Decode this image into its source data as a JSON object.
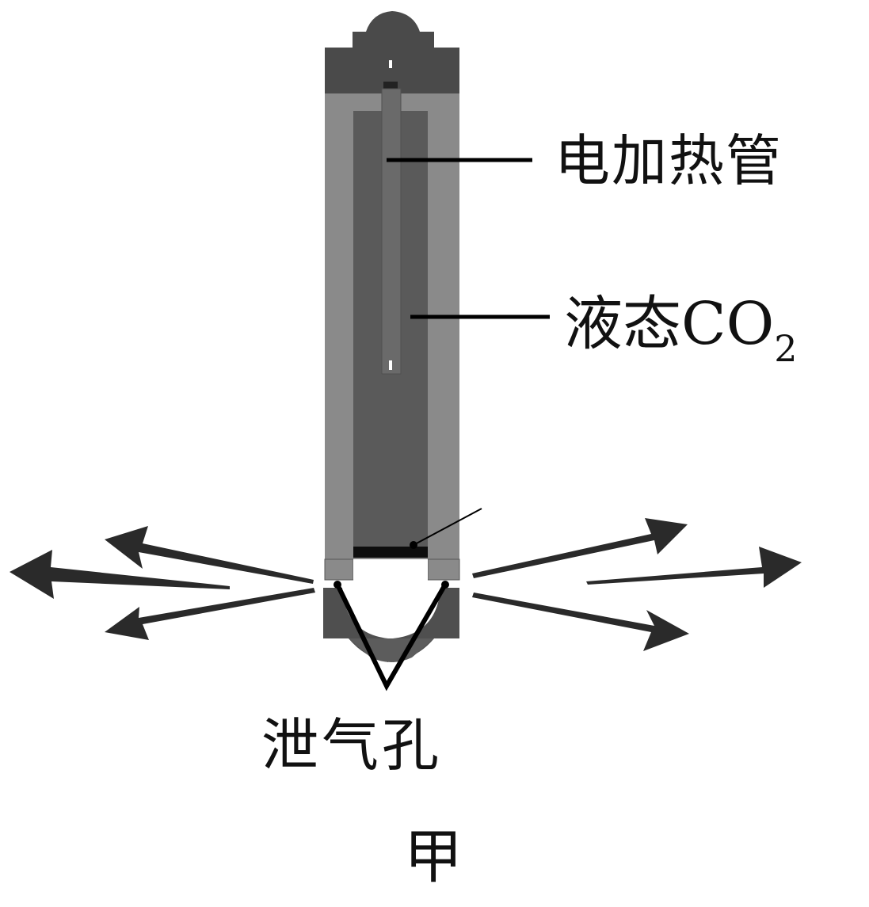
{
  "labels": {
    "heater": "电加热管",
    "co2_main": "液态CO",
    "co2_sub": "2",
    "vent": "泄气孔",
    "caption": "甲"
  },
  "colors": {
    "background": "#ffffff",
    "cap": "#4a4a4a",
    "outer_wall": "#8a8a8a",
    "inner_core": "#5a5a5a",
    "heater_tube": "#6a6a6a",
    "base": "#4f4f4f",
    "arrow": "#2a2a2a",
    "line": "#000000"
  },
  "icons": {
    "arrows": "gas-release-arrows"
  }
}
